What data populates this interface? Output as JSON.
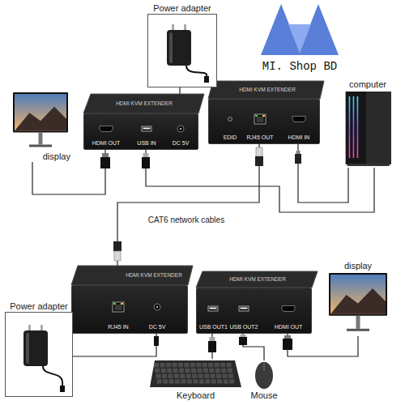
{
  "diagram": {
    "nodes": [
      {
        "text": [
          "Power adapter"
        ]
      },
      {
        "text": [
          "computer"
        ]
      },
      {
        "text": [
          "display"
        ]
      },
      {
        "text": [
          "HDMI OUT",
          "USB IN",
          "DC 5V"
        ]
      },
      {
        "text": [
          "EDID",
          "RJ45 OUT",
          "HDMI IN"
        ]
      },
      {
        "text": [
          "RJ45 IN",
          "DC 5V"
        ]
      },
      {
        "text": [
          "USB OUT1",
          "USB OUT2",
          "HDMI OUT"
        ]
      },
      {
        "text": [
          "display"
        ]
      },
      {
        "text": [
          "Power adapter"
        ]
      },
      {
        "text": [
          "Keyboard"
        ]
      },
      {
        "text": [
          "Mouse"
        ]
      }
    ],
    "edges": [
      {
        "from": 0,
        "to": 3,
        "arrow": "none"
      },
      {
        "from": 3,
        "to": 2,
        "arrow": "none"
      },
      {
        "from": 3,
        "to": 1,
        "arrow": "none"
      },
      {
        "from": 4,
        "to": 1,
        "arrow": "none"
      },
      {
        "from": 4,
        "to": 5,
        "label": "CAT6 network cables",
        "arrow": "none"
      },
      {
        "from": 5,
        "to": 8,
        "arrow": "none"
      },
      {
        "from": 6,
        "to": 9,
        "arrow": "none"
      },
      {
        "from": 6,
        "to": 10,
        "arrow": "none"
      },
      {
        "from": 6,
        "to": 7,
        "arrow": "none"
      }
    ],
    "labels": [
      "MI. Shop BD",
      "HDMI KVM EXTENDER",
      "HDMI KVM EXTENDER",
      "HDMI KVM EXTENDER",
      "HDMI KVM EXTENDER"
    ]
  }
}
